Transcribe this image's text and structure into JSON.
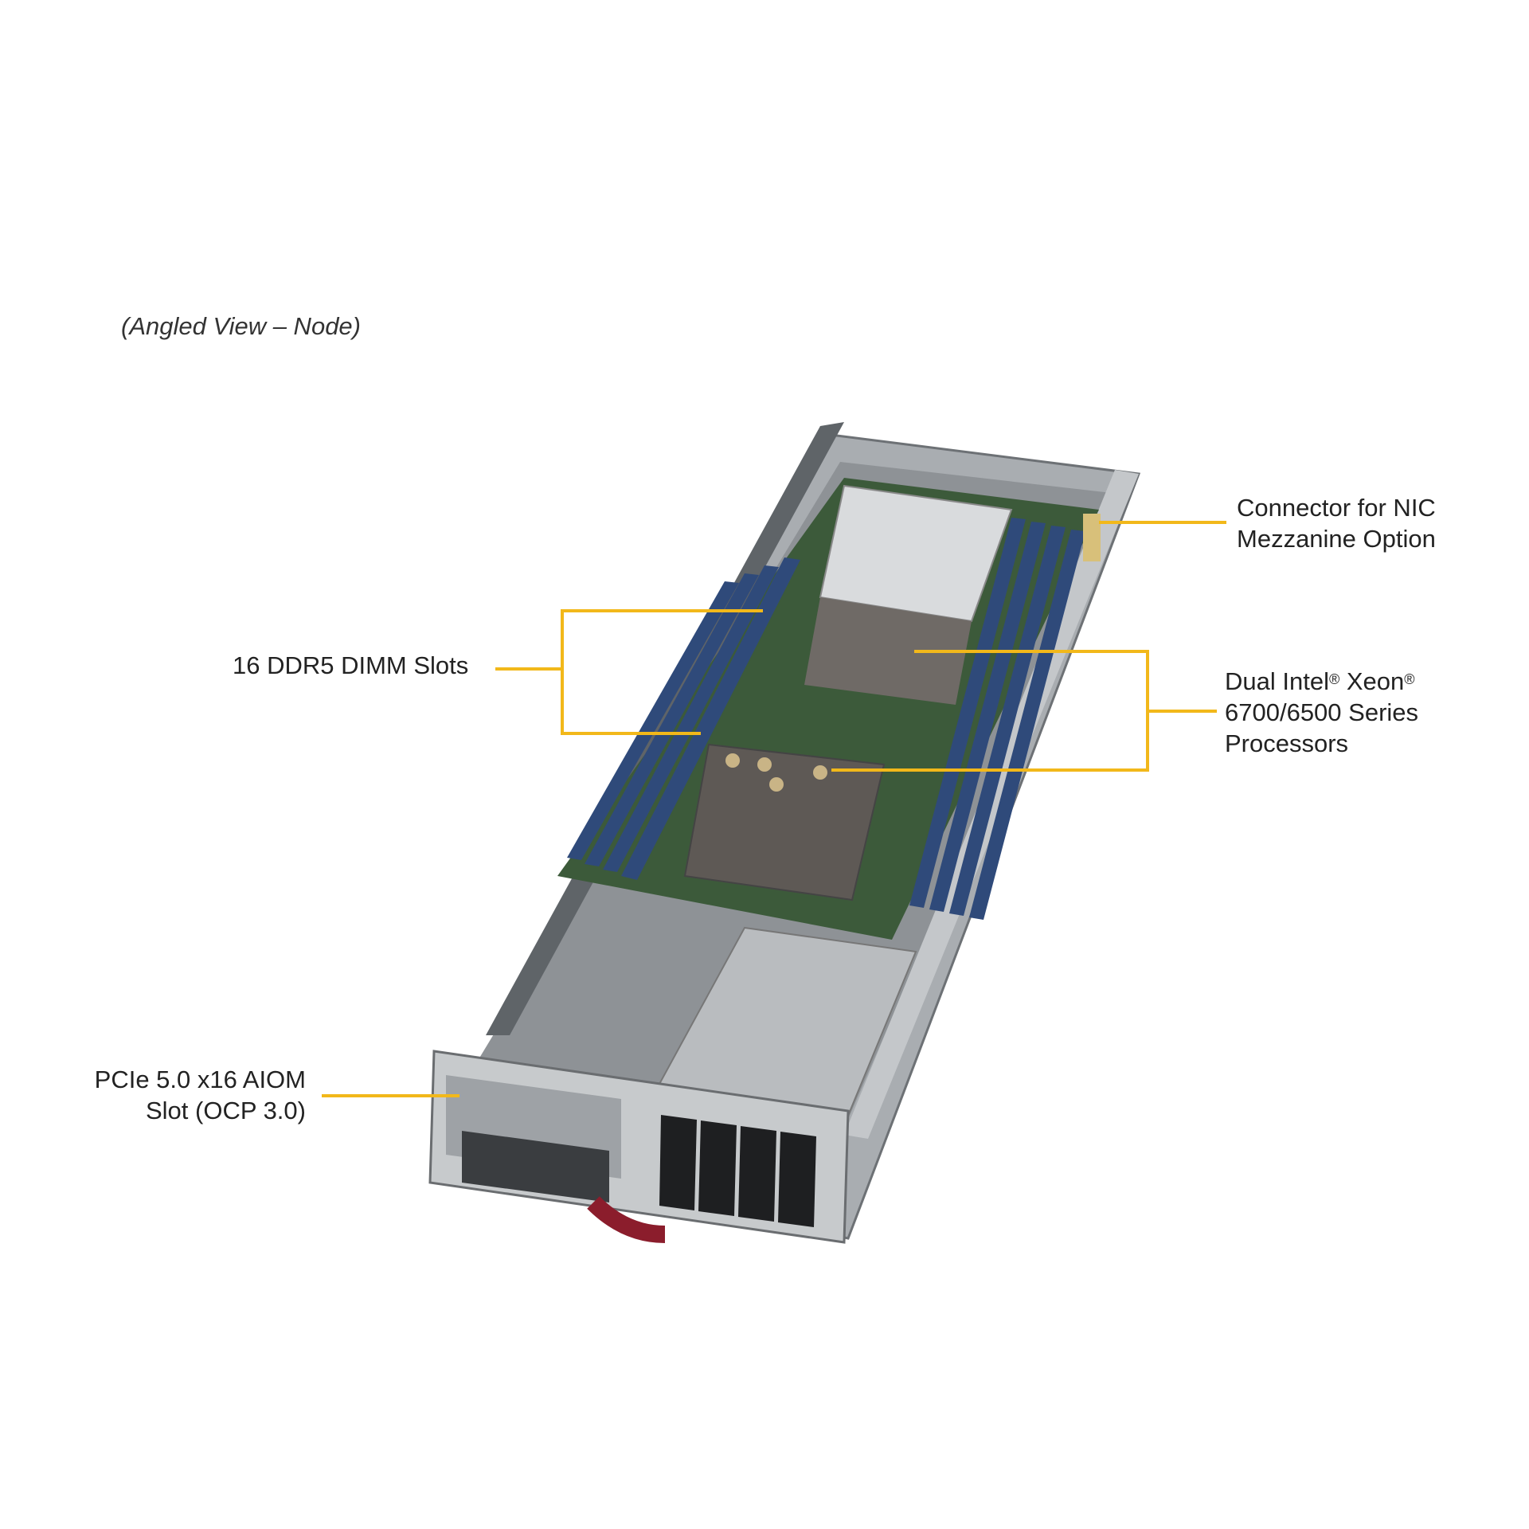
{
  "caption": "(Angled View – Node)",
  "colors": {
    "callout": "#F2B81A",
    "chassis": "#A9ADB1",
    "heatsink": "#6F6A66",
    "pcb": "#3C5A3A",
    "dimm": "#2F4A7A"
  },
  "labels": {
    "dimm": "16 DDR5 DIMM Slots",
    "nic_line1": "Connector for NIC",
    "nic_line2": "Mezzanine Option",
    "cpu_line1a": "Dual Intel",
    "cpu_reg1": "®",
    "cpu_line1b": " Xeon",
    "cpu_reg2": "®",
    "cpu_line2": "6700/6500 Series",
    "cpu_line3": "Processors",
    "pcie_line1": "PCIe 5.0 x16 AIOM",
    "pcie_line2": "Slot (OCP 3.0)"
  }
}
